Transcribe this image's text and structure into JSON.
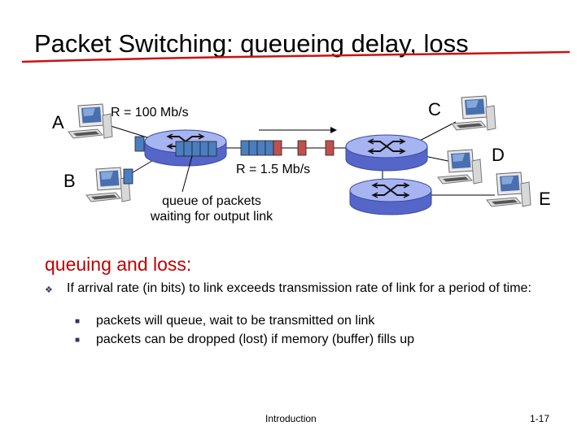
{
  "title": "Packet Switching: queueing delay, loss",
  "hosts": {
    "a": "A",
    "b": "B",
    "c": "C",
    "d": "D",
    "e": "E"
  },
  "link_rate_in": "R = 100 Mb/s",
  "link_rate_out": "R = 1.5 Mb/s",
  "queue_label": [
    "queue of packets",
    "waiting for output link"
  ],
  "section_heading": "queuing and loss:",
  "bullet": {
    "text": "If arrival rate (in bits) to link exceeds transmission rate of link for a period of time:",
    "subitems": [
      "packets will queue, wait to be transmitted on link",
      "packets can be dropped (lost) if memory (buffer) fills up"
    ]
  },
  "footer": {
    "center": "Introduction",
    "page": "1-17"
  },
  "colors": {
    "underline": "#cc1111",
    "packet_blue": "#4a7ec0",
    "packet_red": "#c0504d",
    "router": "#6e7fd8"
  },
  "icons": [
    "desktop-computer-icon",
    "router-icon"
  ]
}
